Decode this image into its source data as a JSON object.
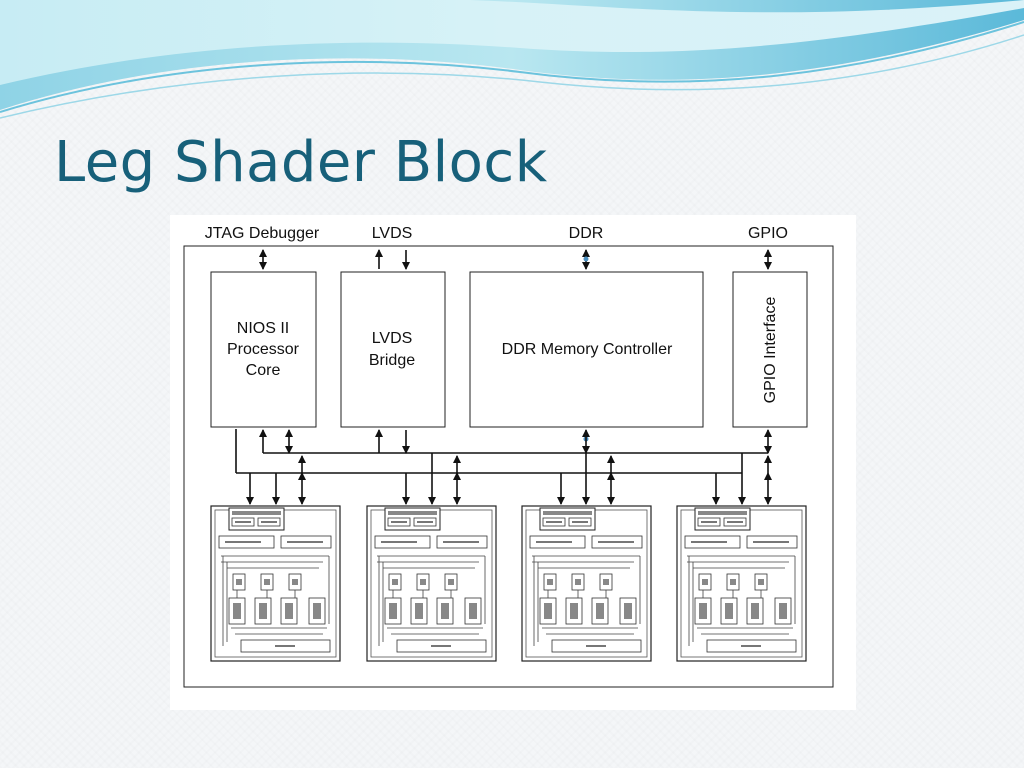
{
  "slide": {
    "title": "Leg Shader Block"
  },
  "diagram": {
    "external_labels": [
      "JTAG Debugger",
      "LVDS",
      "DDR",
      "GPIO"
    ],
    "blocks": {
      "nios": [
        "NIOS II",
        "Processor",
        "Core"
      ],
      "lvds": [
        "LVDS",
        "Bridge"
      ],
      "ddr": "DDR Memory Controller",
      "gpio": "GPIO Interface"
    },
    "colors": {
      "title": "#17607a",
      "line": "#111111",
      "ddr_marker": "#4a8fc0"
    }
  }
}
